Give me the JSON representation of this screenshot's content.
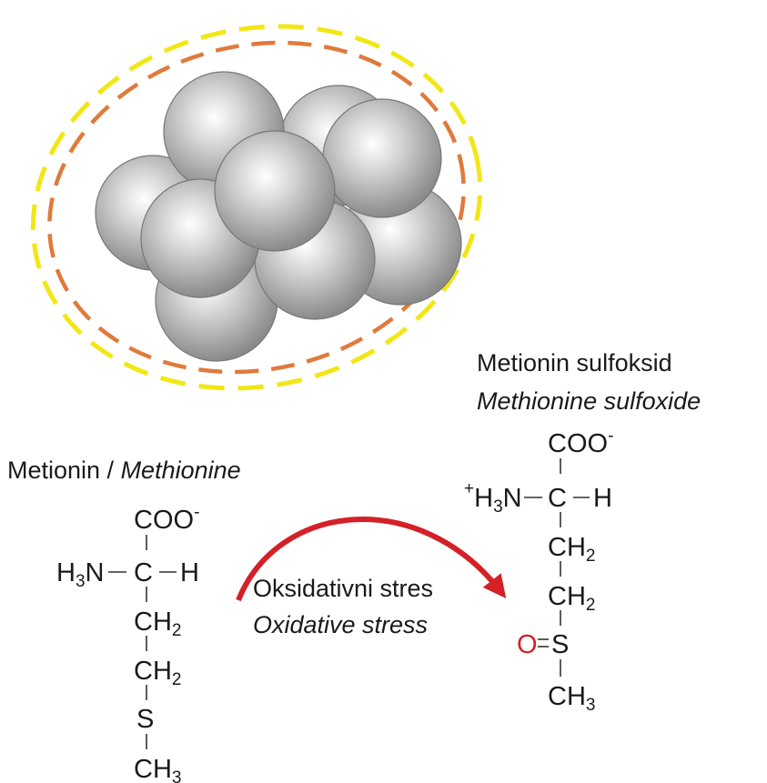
{
  "labels": {
    "sulfoxide_title": "Metionin sulfoksid",
    "sulfoxide_title_en": "Methionine sulfoxide",
    "methionine_title": "Metionin / ",
    "methionine_title_en": "Methionine",
    "stress": "Oksidativni stres",
    "stress_en": "Oxidative stress"
  },
  "methionine": {
    "coo": "COO",
    "charge_minus": "-",
    "h3n": "H",
    "h3n_sub": "3",
    "h3n_n": "N",
    "c": "C",
    "h": "H",
    "ch2_a": "CH",
    "ch2_a_sub": "2",
    "ch2_b": "CH",
    "ch2_b_sub": "2",
    "s": "S",
    "ch3": "CH",
    "ch3_sub": "3"
  },
  "sulfoxide": {
    "coo": "COO",
    "charge_minus": "-",
    "charge_plus": "+",
    "h3n": "H",
    "h3n_sub": "3",
    "h3n_n": "N",
    "c": "C",
    "h": "H",
    "ch2_a": "CH",
    "ch2_a_sub": "2",
    "ch2_b": "CH",
    "ch2_b_sub": "2",
    "o": "O",
    "s": "S",
    "ch3": "CH",
    "ch3_sub": "3"
  },
  "colors": {
    "outer_ring": "#f2e616",
    "inner_ring": "#e07a3c",
    "sphere": "#a9a9a9",
    "arrow": "#d42027",
    "oxygen": "#d42027",
    "text": "#1a1a1a"
  }
}
